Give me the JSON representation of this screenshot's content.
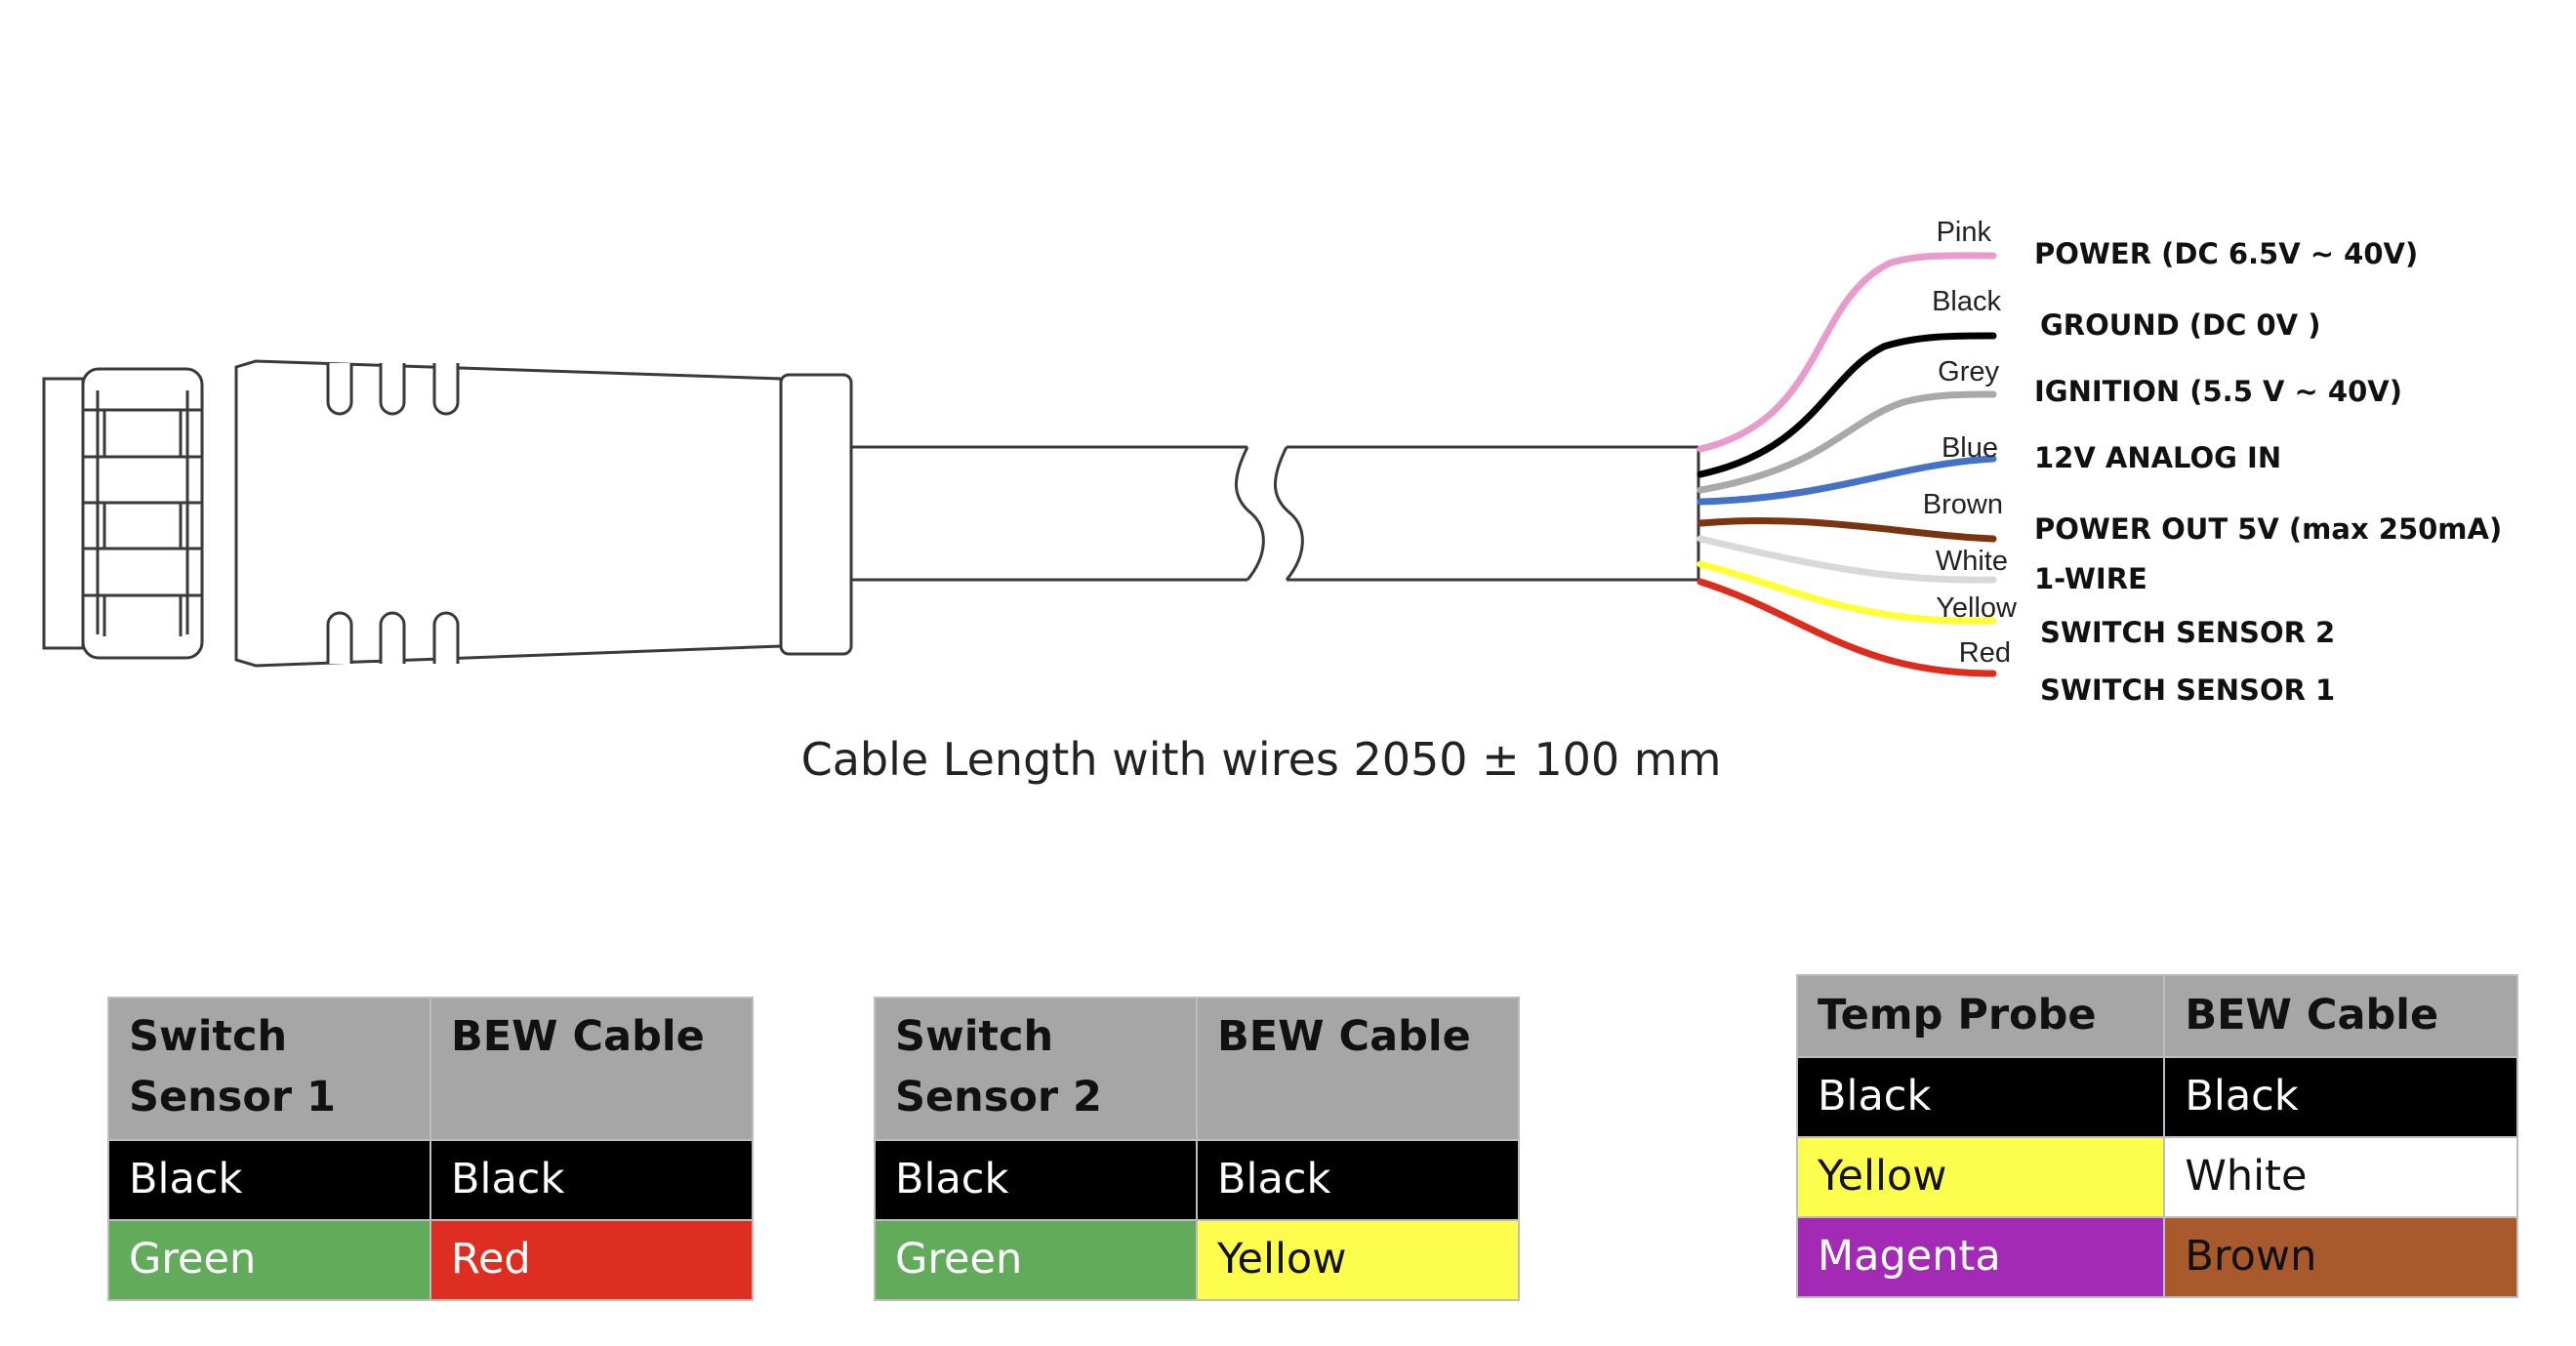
{
  "caption": "Cable Length with wires 2050 ± 100 mm",
  "wires": [
    {
      "name": "Pink",
      "function": "POWER (DC 6.5V  ~ 40V)",
      "color": "#e89ccc"
    },
    {
      "name": "Black",
      "function": "GROUND (DC 0V )",
      "color": "#000000"
    },
    {
      "name": "Grey",
      "function": "IGNITION (5.5 V ~ 40V)",
      "color": "#a9a9a9"
    },
    {
      "name": "Blue",
      "function": "12V ANALOG IN",
      "color": "#4472c4"
    },
    {
      "name": "Brown",
      "function": "POWER OUT 5V (max 250mA)",
      "color": "#7b3411"
    },
    {
      "name": "White",
      "function": "1-WIRE",
      "color": "#d9d9d9"
    },
    {
      "name": "Yellow",
      "function": "SWITCH SENSOR 2",
      "color": "#ffff33"
    },
    {
      "name": "Red",
      "function": "SWITCH SENSOR 1",
      "color": "#dd2c1c"
    }
  ],
  "tables": {
    "switch_sensor_1": {
      "headers": [
        "Switch Sensor 1",
        "BEW Cable"
      ],
      "rows": [
        [
          {
            "text": "Black",
            "bg": "#000000",
            "fg": "#ffffff"
          },
          {
            "text": "Black",
            "bg": "#000000",
            "fg": "#ffffff"
          }
        ],
        [
          {
            "text": "Green",
            "bg": "#62ab5b",
            "fg": "#ffffff"
          },
          {
            "text": "Red",
            "bg": "#dd2e21",
            "fg": "#ffffff"
          }
        ]
      ]
    },
    "switch_sensor_2": {
      "headers": [
        "Switch Sensor 2",
        "BEW Cable"
      ],
      "rows": [
        [
          {
            "text": "Black",
            "bg": "#000000",
            "fg": "#ffffff"
          },
          {
            "text": "Black",
            "bg": "#000000",
            "fg": "#ffffff"
          }
        ],
        [
          {
            "text": "Green",
            "bg": "#62ab5b",
            "fg": "#ffffff"
          },
          {
            "text": "Yellow",
            "bg": "#fdfd4d",
            "fg": "#111111"
          }
        ]
      ]
    },
    "temp_probe": {
      "headers": [
        "Temp Probe",
        "BEW Cable"
      ],
      "rows": [
        [
          {
            "text": "Black",
            "bg": "#000000",
            "fg": "#ffffff"
          },
          {
            "text": "Black",
            "bg": "#000000",
            "fg": "#ffffff"
          }
        ],
        [
          {
            "text": "Yellow",
            "bg": "#fdfd4d",
            "fg": "#111111"
          },
          {
            "text": "White",
            "bg": "#ffffff",
            "fg": "#111111"
          }
        ],
        [
          {
            "text": "Magenta",
            "bg": "#a32ab5",
            "fg": "#ffffff"
          },
          {
            "text": "Brown",
            "bg": "#a85a2c",
            "fg": "#111111"
          }
        ]
      ]
    }
  }
}
